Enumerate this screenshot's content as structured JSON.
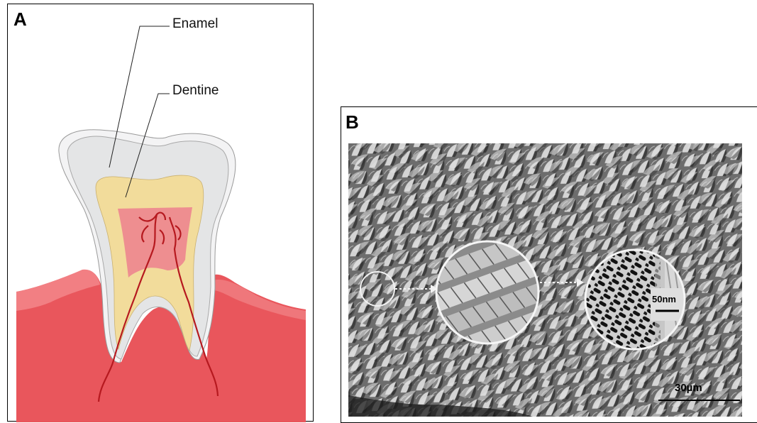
{
  "panel_a": {
    "letter": "A",
    "labels": {
      "enamel": "Enamel",
      "dentine": "Dentine"
    },
    "colors": {
      "gum": "#e9565c",
      "gum_highlight": "#f48d90",
      "enamel": "#e4e5e6",
      "enamel_outer": "#f3f3f4",
      "dentine": "#f2dc9b",
      "pulp": "#ee8e90",
      "nerve": "#b6191f"
    }
  },
  "panel_b": {
    "letter": "B",
    "scale_bars": {
      "inset": "50nm",
      "main": "30µm"
    },
    "colors": {
      "sem_background": "#7d7d7d",
      "sem_dark": "#3a3a3a",
      "sem_light": "#d2d2d2"
    }
  }
}
